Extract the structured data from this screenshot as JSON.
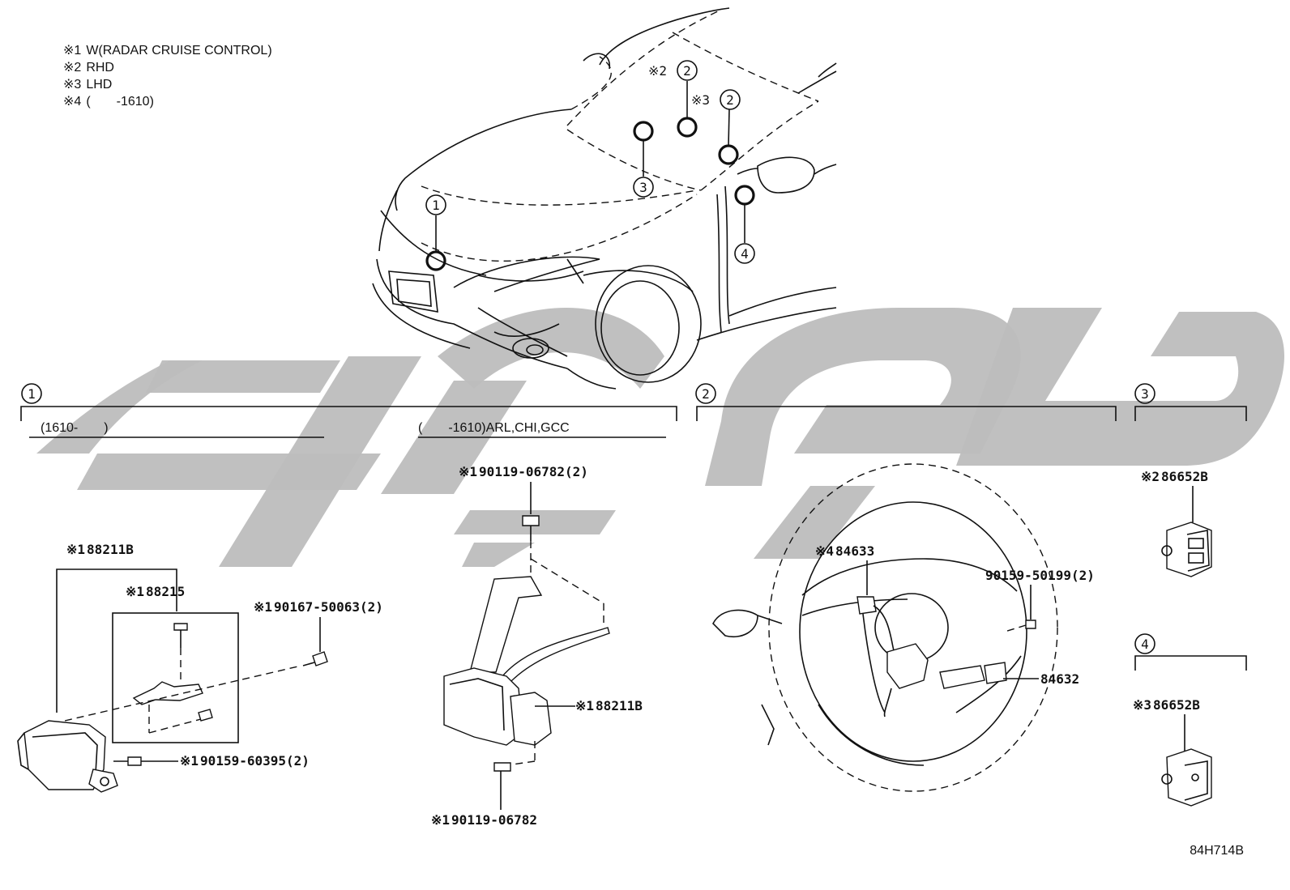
{
  "notes": [
    {
      "mark": "※1",
      "text": "W(RADAR CRUISE CONTROL)"
    },
    {
      "mark": "※2",
      "text": "RHD"
    },
    {
      "mark": "※3",
      "text": "LHD"
    },
    {
      "mark": "※4",
      "text": "(　　-1610)"
    }
  ],
  "vehicle_callouts": {
    "c1": "1",
    "c2a_mark": "※2",
    "c2a": "2",
    "c2b_mark": "※3",
    "c2b": "2",
    "c3": "3",
    "c4": "4"
  },
  "sections": {
    "s1": {
      "num": "1",
      "left_range": "(1610-　　)",
      "right_range": "(　　-1610)ARL,CHI,GCC"
    },
    "s2": {
      "num": "2"
    },
    "s3": {
      "num": "3"
    },
    "s4": {
      "num": "4"
    }
  },
  "parts": {
    "p88211b_left": {
      "mark": "※1",
      "no": "88211B"
    },
    "p88215": {
      "mark": "※1",
      "no": "88215"
    },
    "p90167": {
      "mark": "※1",
      "no": "90167-50063(2)"
    },
    "p90159_60395": {
      "mark": "※1",
      "no": "90159-60395(2)"
    },
    "p90119_top": {
      "mark": "※1",
      "no": "90119-06782(2)"
    },
    "p88211b_right": {
      "mark": "※1",
      "no": "88211B"
    },
    "p90119_bottom": {
      "mark": "※1",
      "no": "90119-06782"
    },
    "p84633": {
      "mark": "※4",
      "no": "84633"
    },
    "p90159_50199": {
      "mark": "",
      "no": "90159-50199(2)"
    },
    "p84632": {
      "mark": "",
      "no": "84632"
    },
    "p86652b_rhd": {
      "mark": "※2",
      "no": "86652B"
    },
    "p86652b_lhd": {
      "mark": "※3",
      "no": "86652B"
    }
  },
  "figure_code": "84H714B",
  "colors": {
    "line": "#111111",
    "watermark": "#bdbdbd",
    "background": "#ffffff"
  }
}
